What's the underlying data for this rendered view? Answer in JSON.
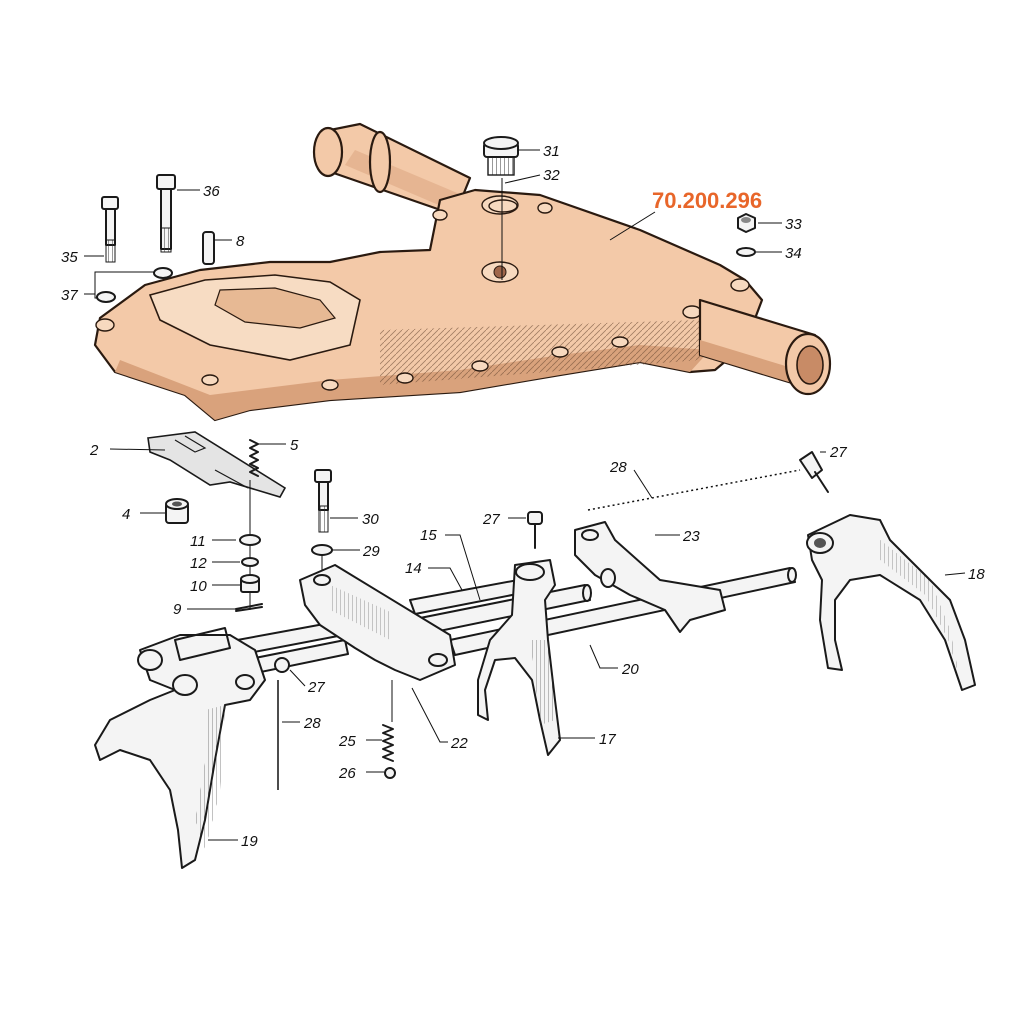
{
  "highlight_color": "#f3c9a8",
  "highlight_shade": "#d9a27c",
  "part_number": {
    "text": "70.200.296",
    "color": "#e8662a"
  },
  "callouts": [
    {
      "id": "c31",
      "text": "31"
    },
    {
      "id": "c32",
      "text": "32"
    },
    {
      "id": "c36",
      "text": "36"
    },
    {
      "id": "c33",
      "text": "33"
    },
    {
      "id": "c34",
      "text": "34"
    },
    {
      "id": "c8",
      "text": "8"
    },
    {
      "id": "c35",
      "text": "35"
    },
    {
      "id": "c37",
      "text": "37"
    },
    {
      "id": "c2",
      "text": "2"
    },
    {
      "id": "c5",
      "text": "5"
    },
    {
      "id": "c27a",
      "text": "27"
    },
    {
      "id": "c28a",
      "text": "28"
    },
    {
      "id": "c4",
      "text": "4"
    },
    {
      "id": "c30",
      "text": "30"
    },
    {
      "id": "c27b",
      "text": "27"
    },
    {
      "id": "c23",
      "text": "23"
    },
    {
      "id": "c18",
      "text": "18"
    },
    {
      "id": "c11",
      "text": "11"
    },
    {
      "id": "c29",
      "text": "29"
    },
    {
      "id": "c15",
      "text": "15"
    },
    {
      "id": "c12",
      "text": "12"
    },
    {
      "id": "c14",
      "text": "14"
    },
    {
      "id": "c10",
      "text": "10"
    },
    {
      "id": "c9",
      "text": "9"
    },
    {
      "id": "c20",
      "text": "20"
    },
    {
      "id": "c27c",
      "text": "27"
    },
    {
      "id": "c28b",
      "text": "28"
    },
    {
      "id": "c17",
      "text": "17"
    },
    {
      "id": "c22",
      "text": "22"
    },
    {
      "id": "c25",
      "text": "25"
    },
    {
      "id": "c26",
      "text": "26"
    },
    {
      "id": "c19",
      "text": "19"
    }
  ]
}
